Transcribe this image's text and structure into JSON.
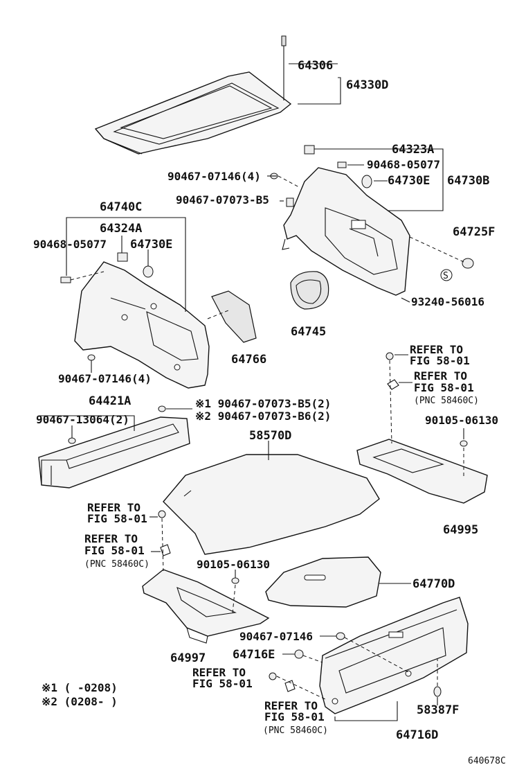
{
  "labels": {
    "l64306": "64306",
    "l64330D": "64330D",
    "l64323A": "64323A",
    "l90467_07146_4a": "90467-07146(4)",
    "l90468_05077a": "90468-05077",
    "l64730E_a": "64730E",
    "l64730B": "64730B",
    "l90467_07073_B5": "90467-07073-B5",
    "l64740C": "64740C",
    "l64324A": "64324A",
    "l90468_05077b": "90468-05077",
    "l64730E_b": "64730E",
    "l64725F": "64725F",
    "l93240": "93240-56016",
    "l64745": "64745",
    "l64766": "64766",
    "l90467_07146_4b": "90467-07146(4)",
    "l64421A": "64421A",
    "l90467_13064": "90467-13064(2)",
    "l_b1_note": "※1 90467-07073-B5(2)",
    "l_b2_note": "※2 90467-07073-B6(2)",
    "l58570D": "58570D",
    "l90105_a": "90105-06130",
    "l64995": "64995",
    "l90105_b": "90105-06130",
    "l64770D": "64770D",
    "l64997": "64997",
    "l90467_07146": "90467-07146",
    "l64716E": "64716E",
    "l58387F": "58387F",
    "l64716D": "64716D",
    "l_fn1": "※1 (     -0208)",
    "l_fn2": "※2 (0208-     )",
    "l_code": "640678C"
  },
  "refs": {
    "refer_to": "REFER TO",
    "fig": "FIG 58-01",
    "pnc": "(PNC 58460C)"
  },
  "symbols": {
    "s_mark": "S"
  }
}
